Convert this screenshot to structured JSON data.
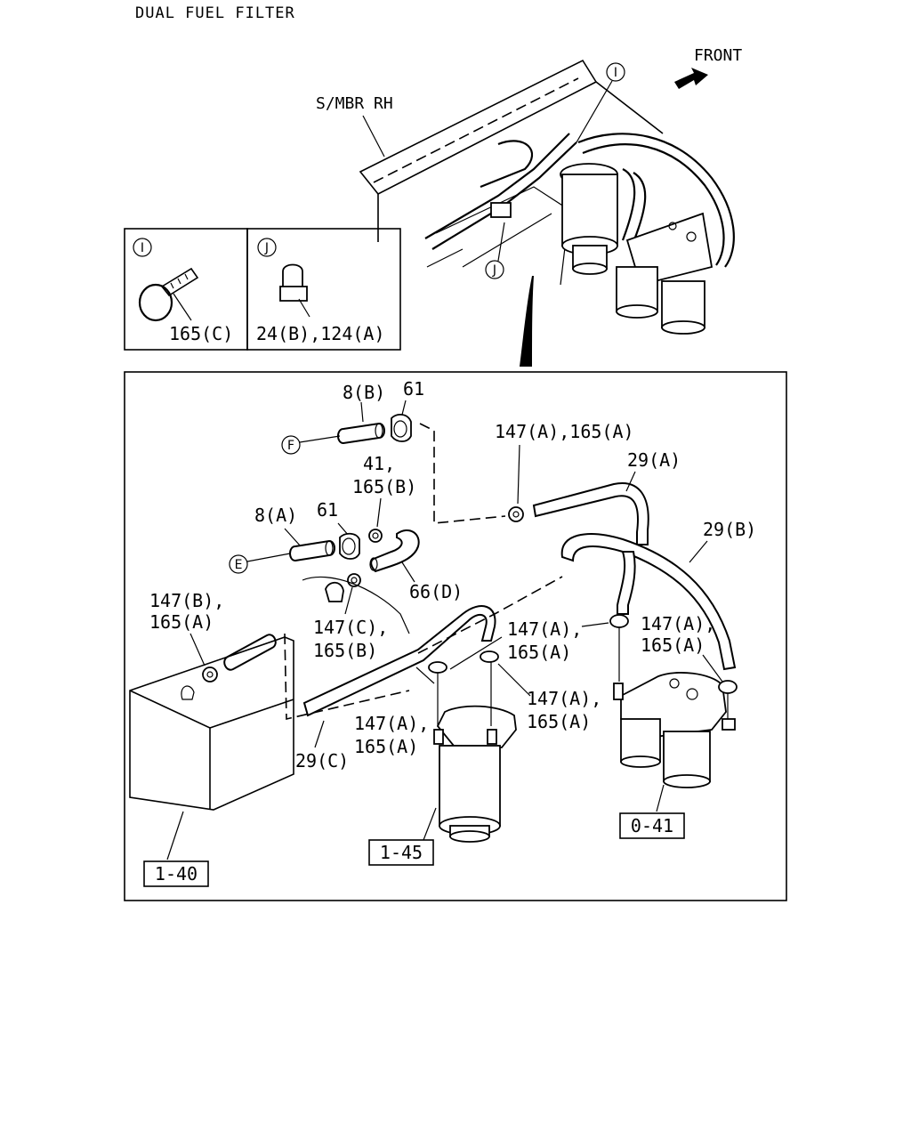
{
  "title": "DUAL FUEL FILTER",
  "overview": {
    "front_label": "FRONT",
    "member_label": "S/MBR RH",
    "callout_i": "I",
    "callout_j": "J"
  },
  "detail_boxes": {
    "i": {
      "marker": "I",
      "part": "165(C)"
    },
    "j": {
      "marker": "J",
      "part": "24(B),124(A)"
    }
  },
  "parts": {
    "p8b": "8(B)",
    "p61_top": "61",
    "f_marker": "F",
    "p147a_165a_top": "147(A),165(A)",
    "p29a": "29(A)",
    "p41": "41,",
    "p165b": "165(B)",
    "p8a": "8(A)",
    "p61_mid": "61",
    "e_marker": "E",
    "p29b": "29(B)",
    "p147b": "147(B),",
    "p165a_left": "165(A)",
    "p66d": "66(D)",
    "p147c": "147(C),",
    "p165b_mid": "165(B)",
    "p147a_r1": "147(A),",
    "p165a_r1": "165(A)",
    "p147a_r2": "147(A),",
    "p165a_r2": "165(A)",
    "p147a_c1": "147(A),",
    "p165a_c1": "165(A)",
    "p147a_c2": "147(A),",
    "p165a_c2": "165(A)",
    "p29c": "29(C)"
  },
  "refs": {
    "tank": "1-40",
    "filter_single": "1-45",
    "filter_dual": "0-41"
  }
}
